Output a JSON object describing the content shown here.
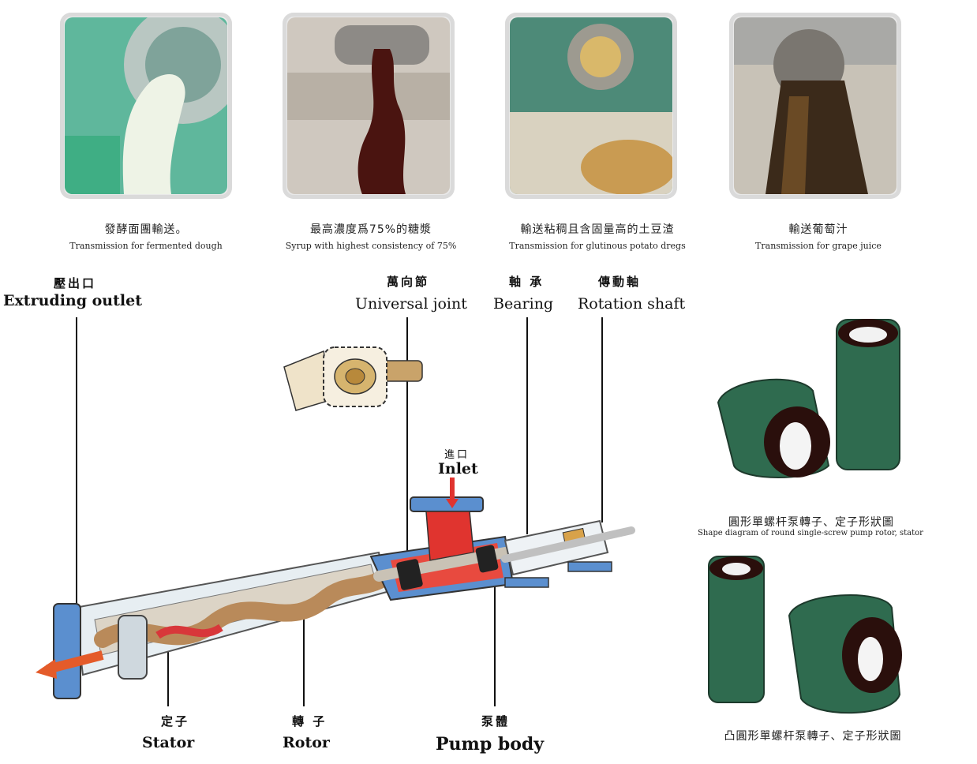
{
  "applications": [
    {
      "zh": "發酵面團輸送。",
      "en": "Transmission for fermented dough"
    },
    {
      "zh": "最高濃度爲75%的糖漿",
      "en": "Syrup with highest consistency of 75%"
    },
    {
      "zh": "輸送粘稠且含固量高的土豆渣",
      "en": "Transmission for glutinous potato dregs"
    },
    {
      "zh": "輸送葡萄汁",
      "en": "Transmission for grape juice"
    }
  ],
  "parts": {
    "outlet": {
      "zh": "壓出口",
      "en": "Extruding outlet"
    },
    "joint": {
      "zh": "萬向節",
      "en": "Universal joint"
    },
    "bearing": {
      "zh": "軸 承",
      "en": "Bearing"
    },
    "shaft": {
      "zh": "傳動軸",
      "en": "Rotation shaft"
    },
    "inlet": {
      "zh": "進口",
      "en": "Inlet"
    },
    "stator": {
      "zh": "定子",
      "en": "Stator"
    },
    "rotor": {
      "zh": "轉 子",
      "en": "Rotor"
    },
    "body": {
      "zh": "泵體",
      "en": "Pump body"
    }
  },
  "shapes": {
    "round": {
      "zh": "圓形單螺杆泵轉子、定子形狀圖",
      "en": "Shape diagram of round single-screw pump rotor, stator"
    },
    "convex": {
      "zh": "凸圓形單螺杆泵轉子、定子形狀圖",
      "en": ""
    }
  },
  "colors": {
    "stator": "#2f6b4f",
    "inlet": "#e0342f",
    "casing": "#5b8fcf",
    "rotor": "#b98a5a"
  }
}
